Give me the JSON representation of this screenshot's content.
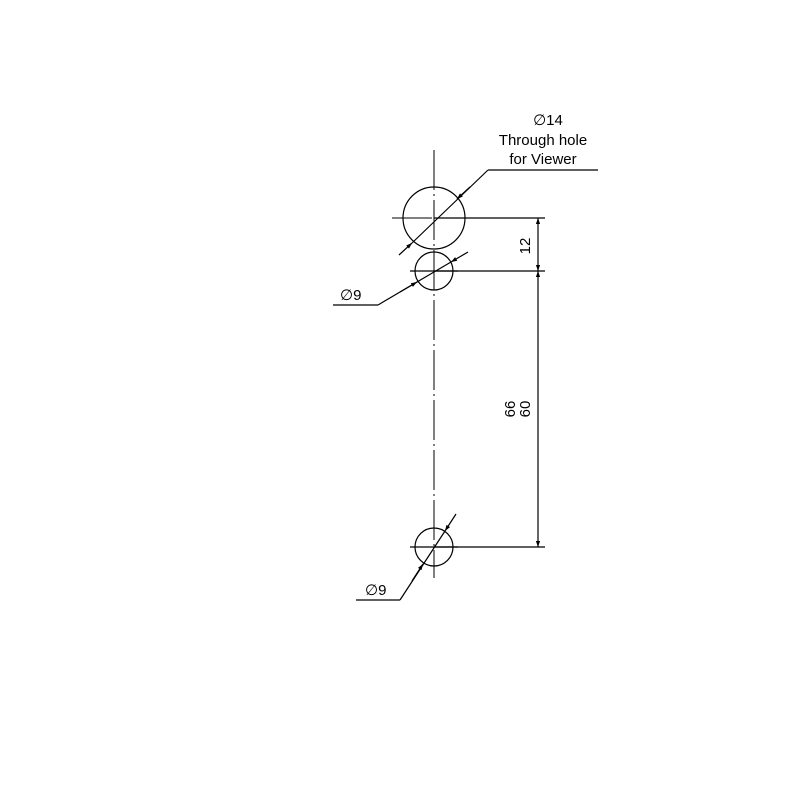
{
  "drawing": {
    "large_hole": {
      "diameter_label": "∅14",
      "note_line1": "Through hole",
      "note_line2": "for Viewer"
    },
    "upper_small_hole": {
      "diameter_label": "∅9"
    },
    "lower_small_hole": {
      "diameter_label": "∅9"
    },
    "dimensions": {
      "upper_spacing": "12",
      "lower_spacing_a": "66",
      "lower_spacing_b": "60"
    }
  }
}
